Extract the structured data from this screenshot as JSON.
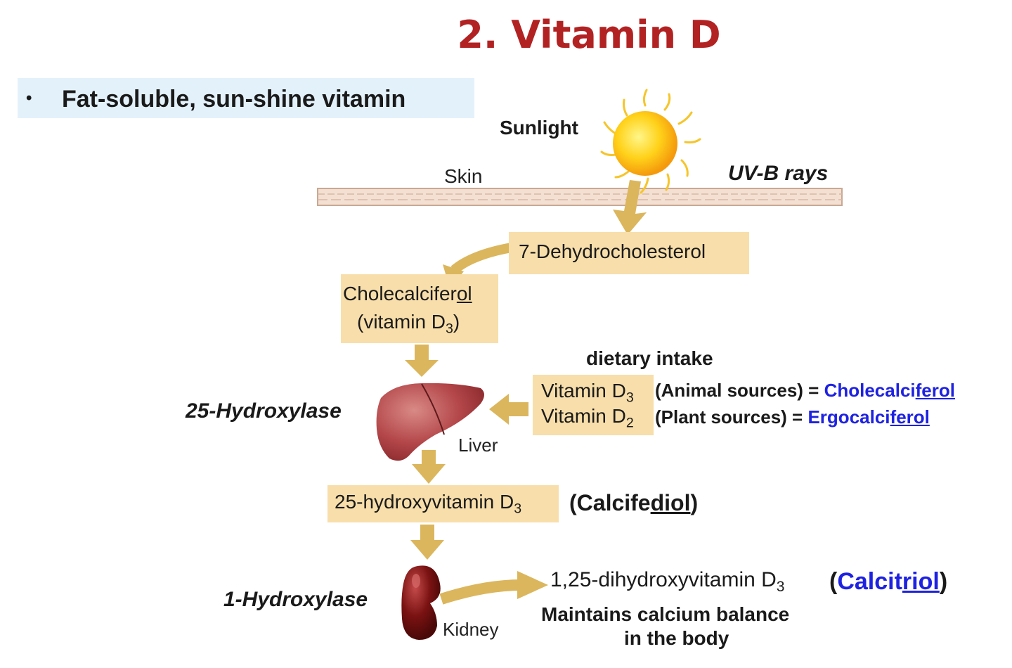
{
  "title": "2. Vitamin D",
  "bullet": {
    "dot": "•",
    "text": "Fat-soluble, sun-shine vitamin"
  },
  "labels": {
    "sunlight": "Sunlight",
    "skin": "Skin",
    "uvb": "UV-B rays",
    "dietary": "dietary intake",
    "hydroxylase25": "25-Hydroxylase",
    "liver": "Liver",
    "hydroxylase1": "1-Hydroxylase",
    "kidney": "Kidney"
  },
  "boxes": {
    "dehydro": "7-Dehydrocholesterol",
    "chole_a": "Cholecalcifer",
    "chole_b": "ol",
    "chole_c": "(vitamin D",
    "chole_sub": "3",
    "chole_d": ")",
    "vitd3": "Vitamin D",
    "vitd3_sub": "3",
    "vitd2": "Vitamin D",
    "vitd2_sub": "2",
    "h25": "25-hydroxyvitamin D",
    "h25_sub": "3"
  },
  "sources": {
    "animal": "(Animal sources) = ",
    "animal_name_a": "Cholecalci",
    "animal_name_b": "ferol",
    "plant": "(Plant sources) = ",
    "plant_name_a": "Ergocalci",
    "plant_name_b": "ferol"
  },
  "products": {
    "calcifediol_a": "(Calcife",
    "calcifediol_b": "diol",
    "calcifediol_c": ")",
    "dihydroxy": "1,25-dihydroxyvitamin D",
    "dihydroxy_sub": "3",
    "calcitriol_open": " (",
    "calcitriol_a": "Calcit",
    "calcitriol_b": "riol",
    "calcitriol_close": ")",
    "maintains_1": "Maintains calcium balance",
    "maintains_2": "in the body"
  },
  "colors": {
    "title": "#b22222",
    "box": "#f8deaa",
    "arrow": "#dbb65c",
    "link_blue": "#1e22e0",
    "bullet_bg": "#e3f1fb",
    "liver": "#b4474a",
    "kidney": "#7a1212",
    "sun": "#fcd116"
  }
}
